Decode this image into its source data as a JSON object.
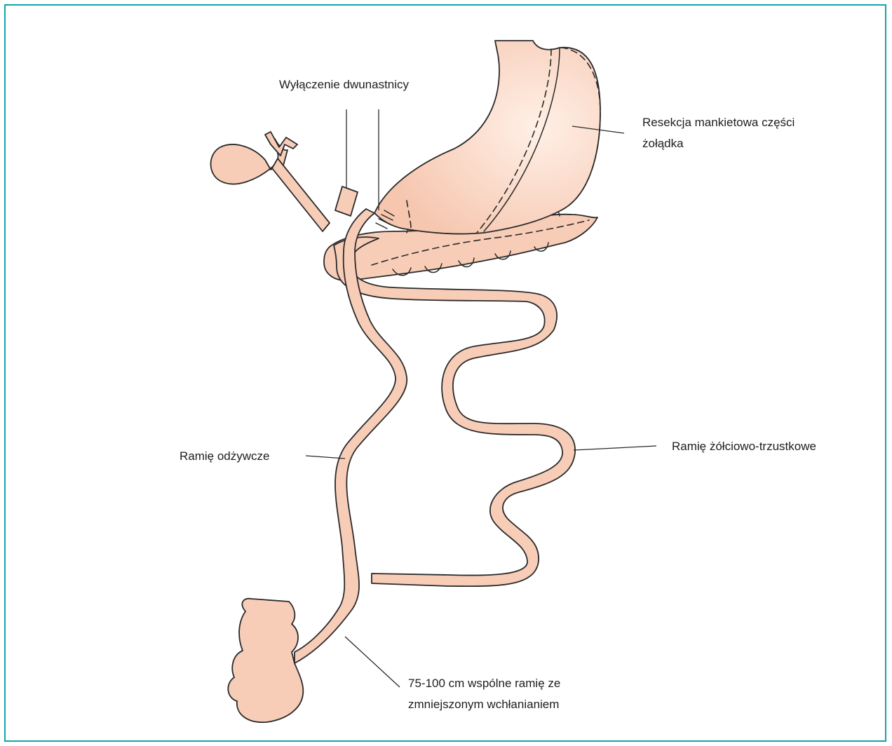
{
  "labels": {
    "duodenal_switch": "Wyłączenie dwunastnicy",
    "sleeve_resection": [
      "Resekcja mankietowa części",
      "żołądka"
    ],
    "alimentary_limb": "Ramię odżywcze",
    "biliopancreatic_limb": "Ramię żółciowo-trzustkowe",
    "common_limb": [
      "75-100 cm wspólne ramię ze",
      "zmniejszonym wchłanianiem"
    ]
  },
  "colors": {
    "frame": "#12a3ad",
    "organ_fill": "#f8cdb8",
    "outline": "#2a2a2a"
  }
}
